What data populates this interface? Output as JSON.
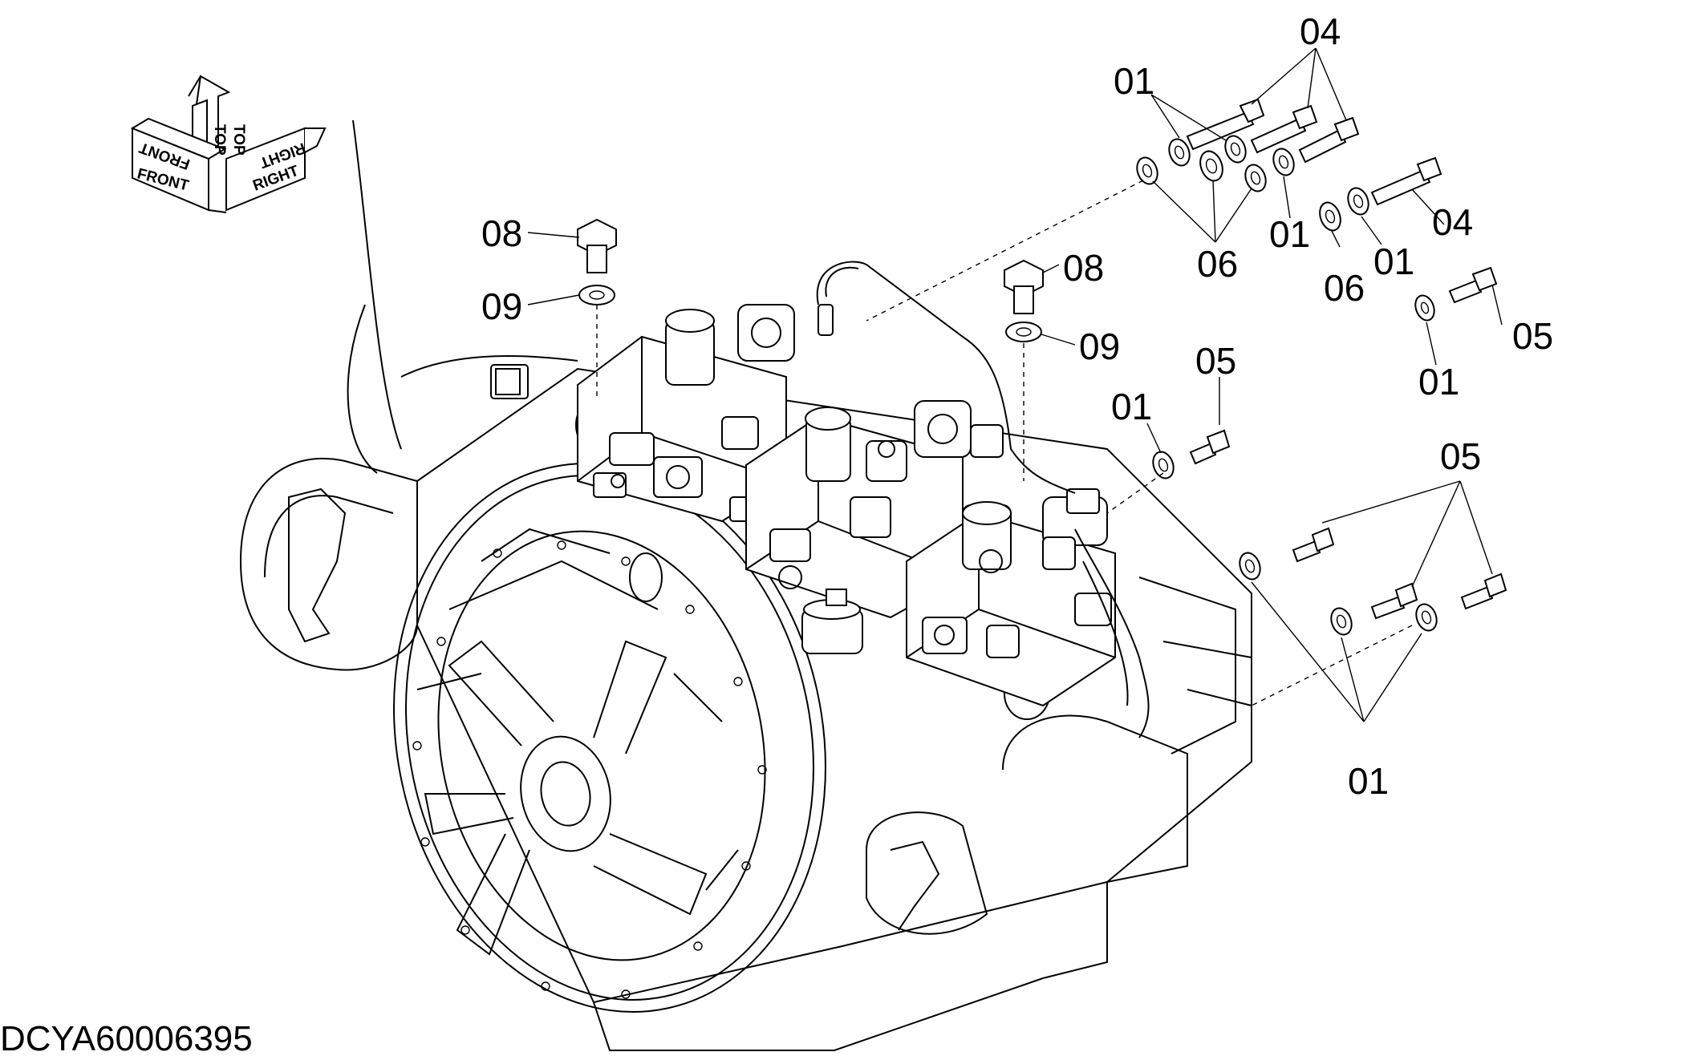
{
  "document_id": "DCYA60006395",
  "orientation_icon": {
    "labels": [
      "FRONT",
      "TOP",
      "RIGHT"
    ]
  },
  "callouts": [
    {
      "id": "c01a",
      "text": "01"
    },
    {
      "id": "c04a",
      "text": "04"
    },
    {
      "id": "c06a",
      "text": "06"
    },
    {
      "id": "c01b",
      "text": "01"
    },
    {
      "id": "c04b",
      "text": "04"
    },
    {
      "id": "c06b",
      "text": "06"
    },
    {
      "id": "c01c",
      "text": "01"
    },
    {
      "id": "c05a",
      "text": "05"
    },
    {
      "id": "c01d",
      "text": "01"
    },
    {
      "id": "c08a",
      "text": "08"
    },
    {
      "id": "c09a",
      "text": "09"
    },
    {
      "id": "c08b",
      "text": "08"
    },
    {
      "id": "c09b",
      "text": "09"
    },
    {
      "id": "c05b",
      "text": "05"
    },
    {
      "id": "c01e",
      "text": "01"
    },
    {
      "id": "c05c",
      "text": "05"
    },
    {
      "id": "c01f",
      "text": "01"
    }
  ]
}
